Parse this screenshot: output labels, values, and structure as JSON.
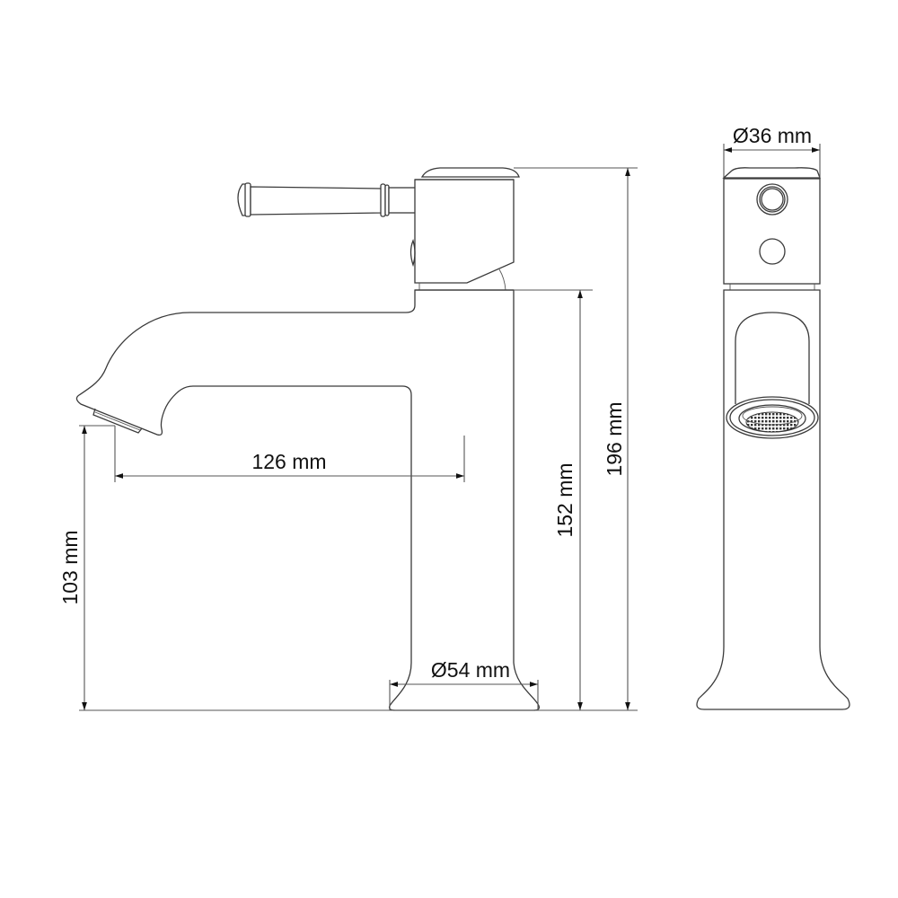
{
  "drawing": {
    "title": "Basin mixer tap technical dimension drawing",
    "views": [
      {
        "name": "side view",
        "position": "left"
      },
      {
        "name": "front view",
        "position": "right"
      }
    ],
    "line_color": "#3a3a3a",
    "background": "#ffffff"
  },
  "dimensions": {
    "spout_reach": {
      "label": "126 mm",
      "value": 126,
      "unit": "mm",
      "orientation": "horizontal"
    },
    "spout_height": {
      "label": "103 mm",
      "value": 103,
      "unit": "mm",
      "orientation": "vertical"
    },
    "body_height": {
      "label": "152 mm",
      "value": 152,
      "unit": "mm",
      "orientation": "vertical"
    },
    "total_height": {
      "label": "196 mm",
      "value": 196,
      "unit": "mm",
      "orientation": "vertical"
    },
    "base_diameter": {
      "label": "Ø54 mm",
      "value": 54,
      "unit": "mm",
      "orientation": "horizontal"
    },
    "head_diameter": {
      "label": "Ø36 mm",
      "value": 36,
      "unit": "mm",
      "orientation": "horizontal"
    }
  }
}
